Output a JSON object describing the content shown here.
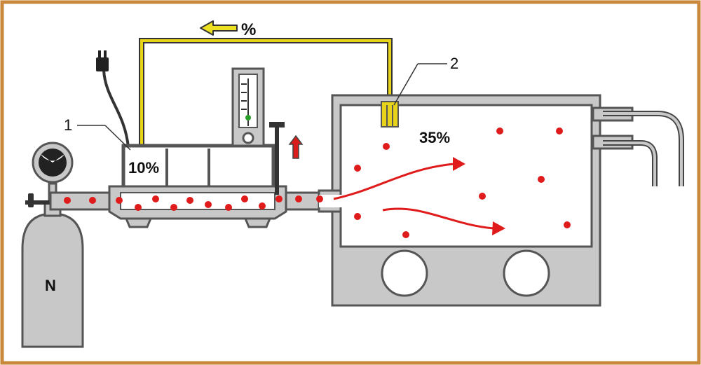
{
  "diagram": {
    "feedback_label": "%",
    "mixer_concentration": "10%",
    "chamber_concentration": "35%",
    "callout_mixer": "1",
    "callout_sensor": "2",
    "tank_label": "N"
  },
  "colors": {
    "frame": "#c8893a",
    "steel_fill": "#c8c8c8",
    "steel_stroke": "#555555",
    "sensor_wire": "#d6c31a",
    "particles": "#e01b1b",
    "flow_arrows": "#e01b1b",
    "feedback_arrow": "#e8d51c"
  },
  "icons": {
    "plug": "power-plug-icon",
    "gauge": "pressure-gauge-icon",
    "flowmeter": "flowmeter-icon",
    "up_arrow": "up-arrow-icon"
  }
}
